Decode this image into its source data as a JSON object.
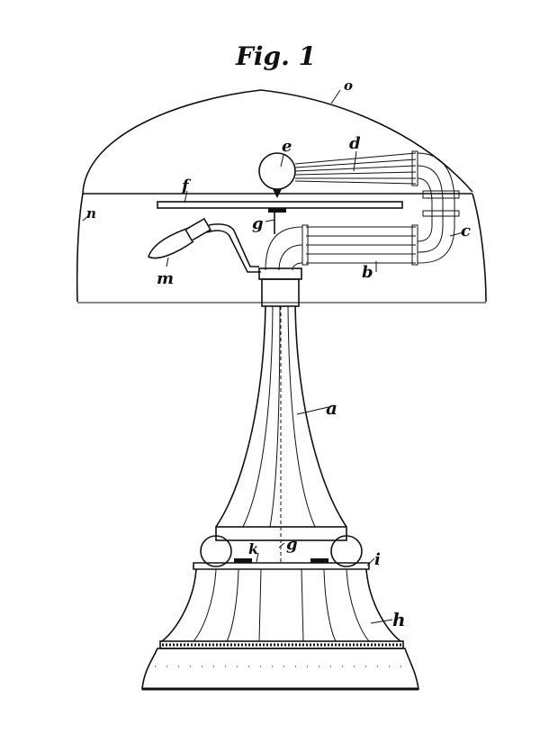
{
  "figure": {
    "title": "Fig. 1",
    "labels": {
      "shade_top": "o",
      "ball": "e",
      "upper_tubes": "d",
      "rod": "f",
      "shade_side": "n",
      "stem_upper": "g",
      "bend": "c",
      "bulb": "m",
      "lower_tubes": "b",
      "column": "a",
      "stem_lower": "g",
      "block": "k",
      "base_rim": "i",
      "base": "h"
    }
  }
}
